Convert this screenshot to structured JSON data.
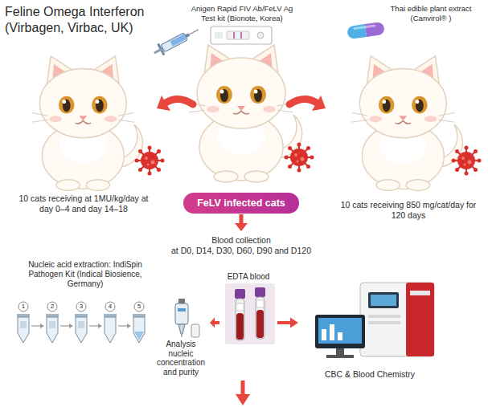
{
  "diagram": {
    "nodes": [
      {
        "text": [
          "FeLV infected cats"
        ]
      },
      {
        "text": [
          "Blood collection",
          "at D0, D14, D30, D60, D90 and D120"
        ]
      },
      {
        "text": [
          "EDTA blood"
        ]
      },
      {
        "text": [
          "Analysis nucleic concentration and purity"
        ]
      },
      {
        "text": [
          "CBC & Blood Chemistry"
        ]
      }
    ],
    "edges": [
      {
        "from": 0,
        "to": 1,
        "arrow": "to"
      },
      {
        "from": 2,
        "to": 3,
        "arrow": "to"
      },
      {
        "from": 2,
        "to": 4,
        "arrow": "to"
      }
    ],
    "labels": [
      "Feline Omega Interferon (Virbagen, Virbac, UK)",
      "Anigen Rapid FIV Ab/FeLV Ag Test kit (Bionote, Korea)",
      "Thai edible plant extract (Canvirol® )",
      "10 cats receiving at 1MU/kg/day at day 0–4 and day 14–18",
      "10 cats receiving 850 mg/cat/day for 120 days",
      "Nucleic acid extraction: IndiSpin Pathogen Kit (Indical Biosience, Germany)",
      "1",
      "2",
      "3",
      "4",
      "5"
    ]
  }
}
